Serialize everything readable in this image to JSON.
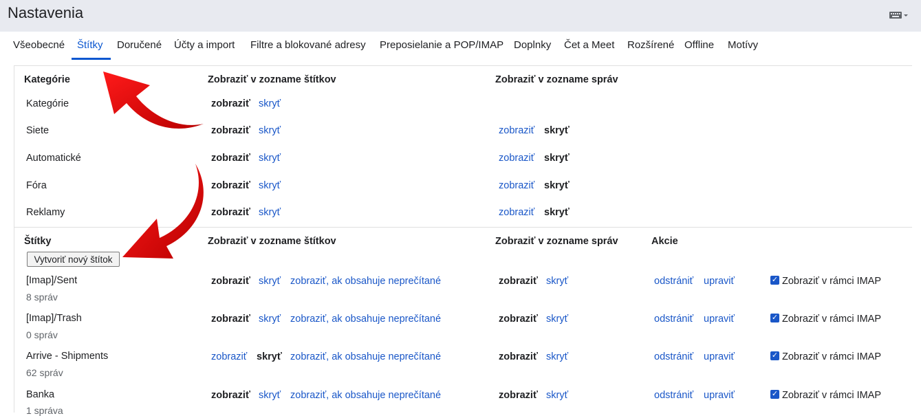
{
  "page": {
    "title": "Nastavenia"
  },
  "tabs": [
    "Všeobecné",
    "Štítky",
    "Doručené",
    "Účty a import",
    "Filtre a blokované adresy",
    "Preposielanie a POP/IMAP",
    "Doplnky",
    "Čet a Meet",
    "Rozšírené",
    "Offline",
    "Motívy"
  ],
  "active_tab": "Štítky",
  "categories_section": {
    "header": "Kategórie",
    "col_labels": "Zobraziť v zozname štítkov",
    "col_messages": "Zobraziť v zozname správ",
    "rows": [
      {
        "name": "Kategórie",
        "labels_show": "zobraziť",
        "labels_hide": "skryť",
        "labels_state": "show"
      },
      {
        "name": "Siete",
        "labels_show": "zobraziť",
        "labels_hide": "skryť",
        "labels_state": "show",
        "msgs_show": "zobraziť",
        "msgs_hide": "skryť",
        "msgs_state": "hide"
      },
      {
        "name": "Automatické",
        "labels_show": "zobraziť",
        "labels_hide": "skryť",
        "labels_state": "show",
        "msgs_show": "zobraziť",
        "msgs_hide": "skryť",
        "msgs_state": "hide"
      },
      {
        "name": "Fóra",
        "labels_show": "zobraziť",
        "labels_hide": "skryť",
        "labels_state": "show",
        "msgs_show": "zobraziť",
        "msgs_hide": "skryť",
        "msgs_state": "hide"
      },
      {
        "name": "Reklamy",
        "labels_show": "zobraziť",
        "labels_hide": "skryť",
        "labels_state": "show",
        "msgs_show": "zobraziť",
        "msgs_hide": "skryť",
        "msgs_state": "hide"
      }
    ]
  },
  "labels_section": {
    "header": "Štítky",
    "col_labels": "Zobraziť v zozname štítkov",
    "col_messages": "Zobraziť v zozname správ",
    "col_actions": "Akcie",
    "create_button": "Vytvoriť nový štítok",
    "rows": [
      {
        "name": "[Imap]/Sent",
        "count": "8 správ",
        "labels_show": "zobraziť",
        "labels_hide": "skryť",
        "labels_unread": "zobraziť, ak obsahuje neprečítané",
        "labels_state": "show",
        "msgs_show": "zobraziť",
        "msgs_hide": "skryť",
        "msgs_state": "show",
        "remove": "odstrániť",
        "edit": "upraviť",
        "imap_label": "Zobraziť v rámci IMAP",
        "imap_checked": true
      },
      {
        "name": "[Imap]/Trash",
        "count": "0 správ",
        "labels_show": "zobraziť",
        "labels_hide": "skryť",
        "labels_unread": "zobraziť, ak obsahuje neprečítané",
        "labels_state": "show",
        "msgs_show": "zobraziť",
        "msgs_hide": "skryť",
        "msgs_state": "show",
        "remove": "odstrániť",
        "edit": "upraviť",
        "imap_label": "Zobraziť v rámci IMAP",
        "imap_checked": true
      },
      {
        "name": "Arrive - Shipments",
        "count": "62 správ",
        "labels_show": "zobraziť",
        "labels_hide": "skryť",
        "labels_unread": "zobraziť, ak obsahuje neprečítané",
        "labels_state": "hide",
        "msgs_show": "zobraziť",
        "msgs_hide": "skryť",
        "msgs_state": "show",
        "remove": "odstrániť",
        "edit": "upraviť",
        "imap_label": "Zobraziť v rámci IMAP",
        "imap_checked": true
      },
      {
        "name": "Banka",
        "count": "1 správa",
        "labels_show": "zobraziť",
        "labels_hide": "skryť",
        "labels_unread": "zobraziť, ak obsahuje neprečítané",
        "labels_state": "show",
        "msgs_show": "zobraziť",
        "msgs_hide": "skryť",
        "msgs_state": "show",
        "remove": "odstrániť",
        "edit": "upraviť",
        "imap_label": "Zobraziť v rámci IMAP",
        "imap_checked": true
      }
    ]
  },
  "colors": {
    "accent": "#0b57d0",
    "link": "#1a57c8",
    "header_bg": "#e8eaf0",
    "arrow": "#e00000"
  },
  "icons": {
    "input_tools": "keyboard-icon",
    "annotation": "red-arrow"
  }
}
